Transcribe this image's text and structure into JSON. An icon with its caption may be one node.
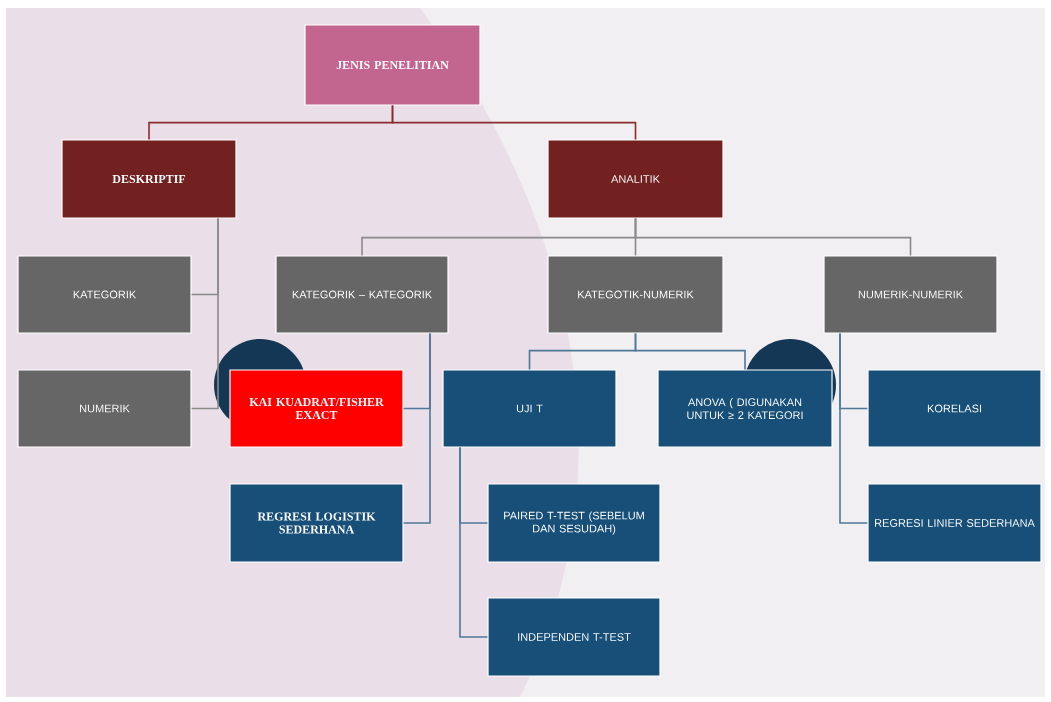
{
  "diagram": {
    "nodes": [
      {
        "text": [
          "JENIS PENELITIAN"
        ]
      },
      {
        "text": [
          "DESKRIPTIF"
        ]
      },
      {
        "text": [
          "ANALITIK"
        ]
      },
      {
        "text": [
          "KATEGORIK"
        ]
      },
      {
        "text": [
          "KATEGORIK – KATEGORIK"
        ]
      },
      {
        "text": [
          "KATEGOTIK-NUMERIK"
        ]
      },
      {
        "text": [
          "NUMERIK-NUMERIK"
        ]
      },
      {
        "text": [
          "NUMERIK"
        ]
      },
      {
        "text": [
          "KAI KUADRAT/FISHER EXACT"
        ]
      },
      {
        "text": [
          "UJI T"
        ]
      },
      {
        "text": [
          "ANOVA ( DIGUNAKAN UNTUK ≥ 2 KATEGORI"
        ]
      },
      {
        "text": [
          "KORELASI"
        ]
      },
      {
        "text": [
          "REGRESI LOGISTIK SEDERHANA"
        ]
      },
      {
        "text": [
          "PAIRED T-TEST (SEBELUM DAN SESUDAH)"
        ]
      },
      {
        "text": [
          "REGRESI LINIER SEDERHANA"
        ]
      },
      {
        "text": [
          "INDEPENDEN T-TEST"
        ]
      }
    ],
    "edges": [
      {
        "from": 0,
        "to": 1,
        "arrow": "none",
        "color": "#8b2c2c"
      },
      {
        "from": 0,
        "to": 2,
        "arrow": "none",
        "color": "#8b2c2c"
      },
      {
        "from": 1,
        "to": 3,
        "arrow": "none",
        "color": "#8a8a8a"
      },
      {
        "from": 1,
        "to": 7,
        "arrow": "none",
        "color": "#8a8a8a"
      },
      {
        "from": 2,
        "to": 4,
        "arrow": "none",
        "color": "#8a8a8a"
      },
      {
        "from": 2,
        "to": 5,
        "arrow": "none",
        "color": "#8a8a8a"
      },
      {
        "from": 2,
        "to": 6,
        "arrow": "none",
        "color": "#8a8a8a"
      },
      {
        "from": 4,
        "to": 8,
        "arrow": "none"
      },
      {
        "from": 4,
        "to": 12,
        "arrow": "none"
      },
      {
        "from": 5,
        "to": 9,
        "arrow": "none"
      },
      {
        "from": 5,
        "to": 10,
        "arrow": "none"
      },
      {
        "from": 6,
        "to": 11,
        "arrow": "none"
      },
      {
        "from": 6,
        "to": 14,
        "arrow": "none"
      },
      {
        "from": 9,
        "to": 13,
        "arrow": "none"
      },
      {
        "from": 9,
        "to": 15,
        "arrow": "none"
      }
    ]
  }
}
